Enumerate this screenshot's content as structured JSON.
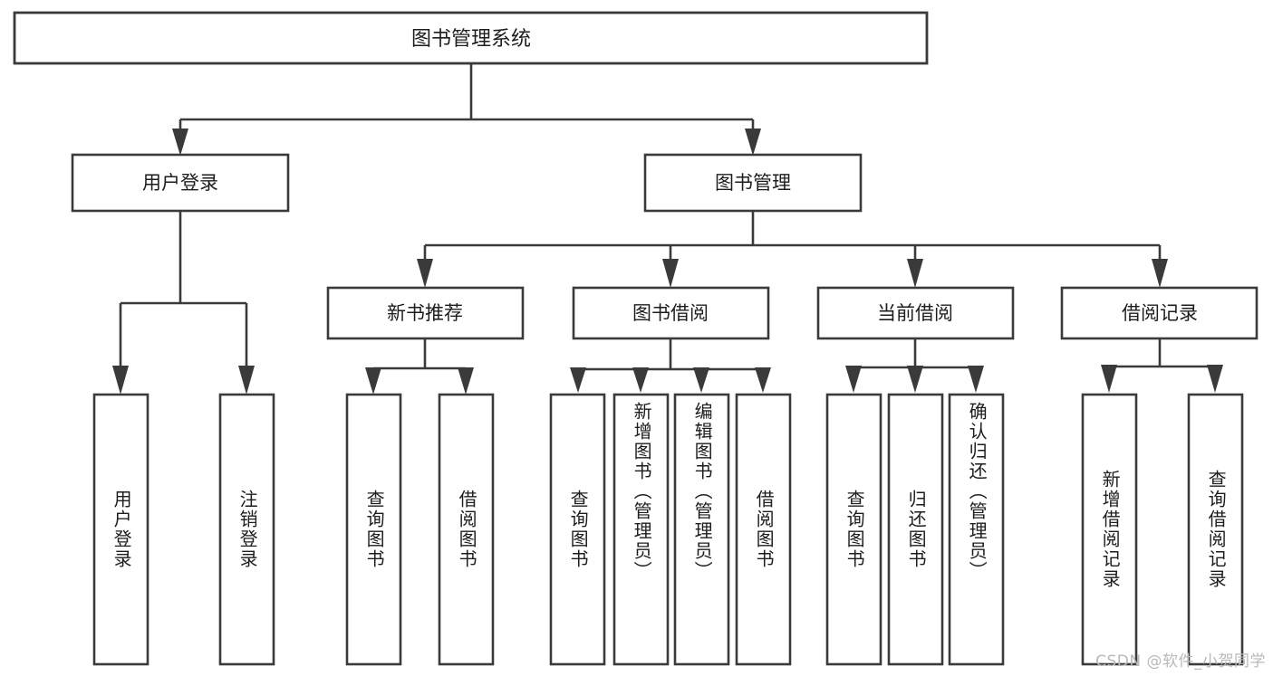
{
  "diagram": {
    "type": "tree-hierarchy-chart",
    "title": "图书管理系统",
    "orientation": "top-down",
    "colors": {
      "background": "#ffffff",
      "box_stroke": "#3a3a3a",
      "box_fill": "#ffffff",
      "text": "#1d1d1d",
      "watermark": "#b9b9b9"
    },
    "root": {
      "label": "图书管理系统",
      "level": 0
    },
    "level1": [
      {
        "id": "user-login",
        "label": "用户登录"
      },
      {
        "id": "book-management",
        "label": "图书管理"
      }
    ],
    "level2": [
      {
        "id": "new-book-recommend",
        "label": "新书推荐",
        "parent": "book-management"
      },
      {
        "id": "book-borrow",
        "label": "图书借阅",
        "parent": "book-management"
      },
      {
        "id": "current-borrow",
        "label": "当前借阅",
        "parent": "book-management"
      },
      {
        "id": "borrow-record",
        "label": "借阅记录",
        "parent": "book-management"
      }
    ],
    "leaves": {
      "user-login": [
        {
          "id": "leaf-user-login",
          "label": "用户登录"
        },
        {
          "id": "leaf-user-logout",
          "label": "注销登录"
        }
      ],
      "new-book-recommend": [
        {
          "id": "leaf-query-book-1",
          "label": "查询图书"
        },
        {
          "id": "leaf-borrow-book-1",
          "label": "借阅图书"
        }
      ],
      "book-borrow": [
        {
          "id": "leaf-query-book-2",
          "label": "查询图书"
        },
        {
          "id": "leaf-add-book",
          "label": "新增图书（管理员）"
        },
        {
          "id": "leaf-edit-book",
          "label": "编辑图书（管理员）"
        },
        {
          "id": "leaf-borrow-book-2",
          "label": "借阅图书"
        }
      ],
      "current-borrow": [
        {
          "id": "leaf-query-book-3",
          "label": "查询图书"
        },
        {
          "id": "leaf-return-book",
          "label": "归还图书"
        },
        {
          "id": "leaf-confirm-return",
          "label": "确认归还（管理员）"
        }
      ],
      "borrow-record": [
        {
          "id": "leaf-add-record",
          "label": "新增借阅记录"
        },
        {
          "id": "leaf-query-record",
          "label": "查询借阅记录"
        }
      ]
    }
  },
  "watermark": {
    "text": "CSDN @软件_小贺同学"
  }
}
